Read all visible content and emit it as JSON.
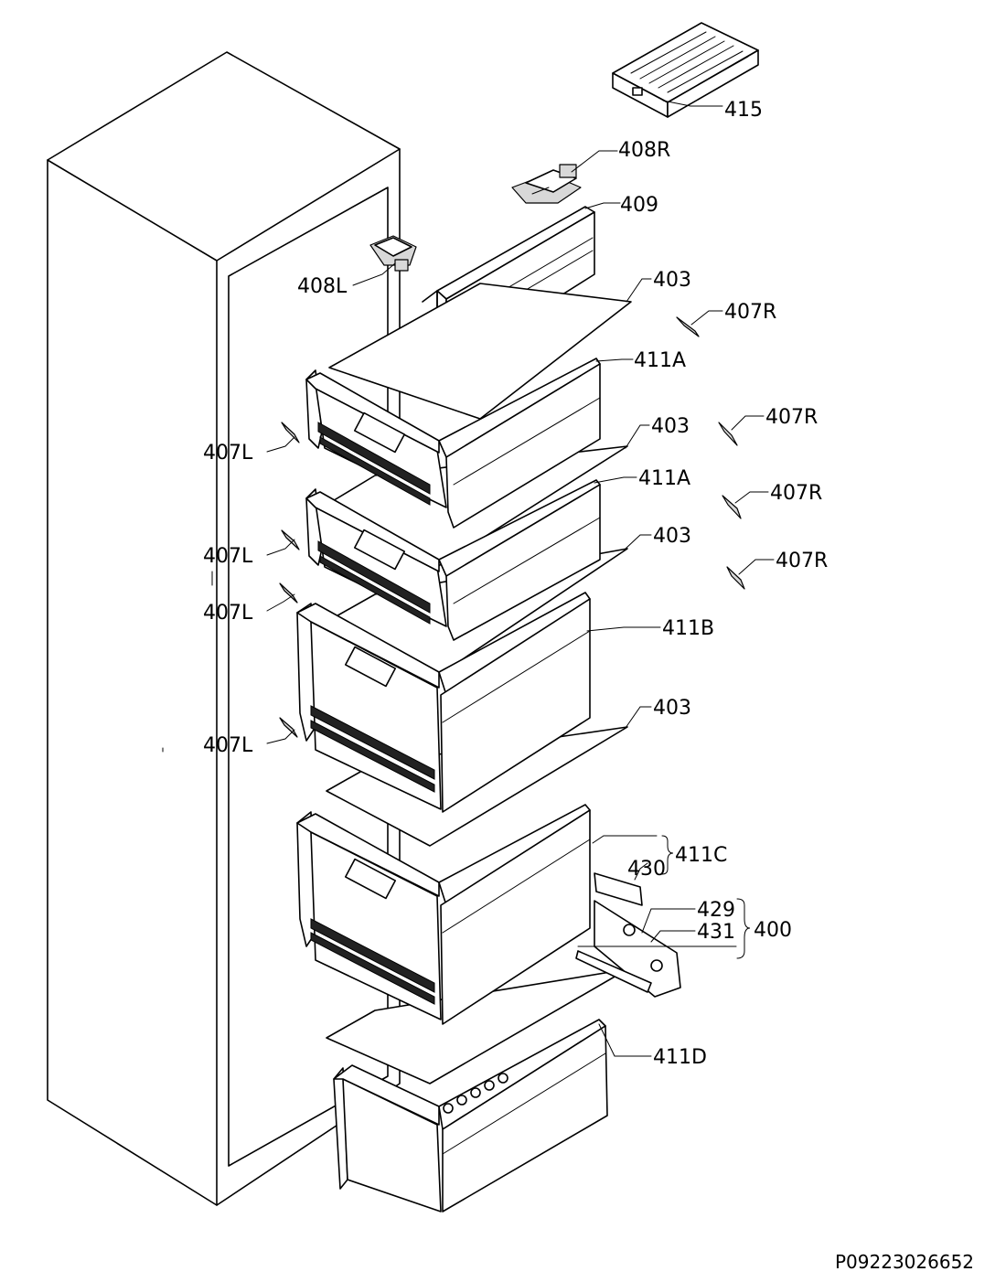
{
  "document_id": "P09223026652",
  "parts": {
    "p415": "415",
    "p408R": "408R",
    "p409": "409",
    "p408L": "408L",
    "p403_1": "403",
    "p407R_1": "407R",
    "p411A_1": "411A",
    "p407R_2": "407R",
    "p407L_1": "407L",
    "p403_2": "403",
    "p411A_2": "411A",
    "p407R_3": "407R",
    "p403_3": "403",
    "p407L_2": "407L",
    "p407R_4": "407R",
    "p407L_3": "407L",
    "p411B": "411B",
    "p403_4": "403",
    "p407L_4": "407L",
    "p411C": "411C",
    "p430": "430",
    "p429": "429",
    "p431": "431",
    "p400": "400",
    "p411D": "411D"
  }
}
